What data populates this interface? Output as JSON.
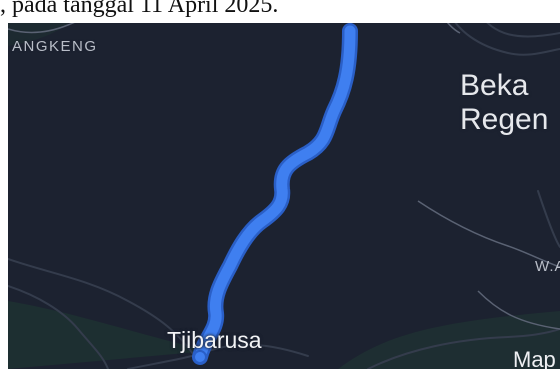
{
  "caption": ", pada tanggal 11 April 2025.",
  "map": {
    "labels": {
      "district": "ANGKENG",
      "region_line1": "Beka",
      "region_line2": "Regen",
      "small": "W.A",
      "town": "Tjibarusa",
      "city": "Map"
    },
    "colors": {
      "background": "#1c2230",
      "route": "#3f7ff0",
      "route_casing": "#2a5fc7",
      "roads": "#343c4c",
      "boundary": "#5a6273",
      "vegetation": "#1f3a33"
    }
  }
}
